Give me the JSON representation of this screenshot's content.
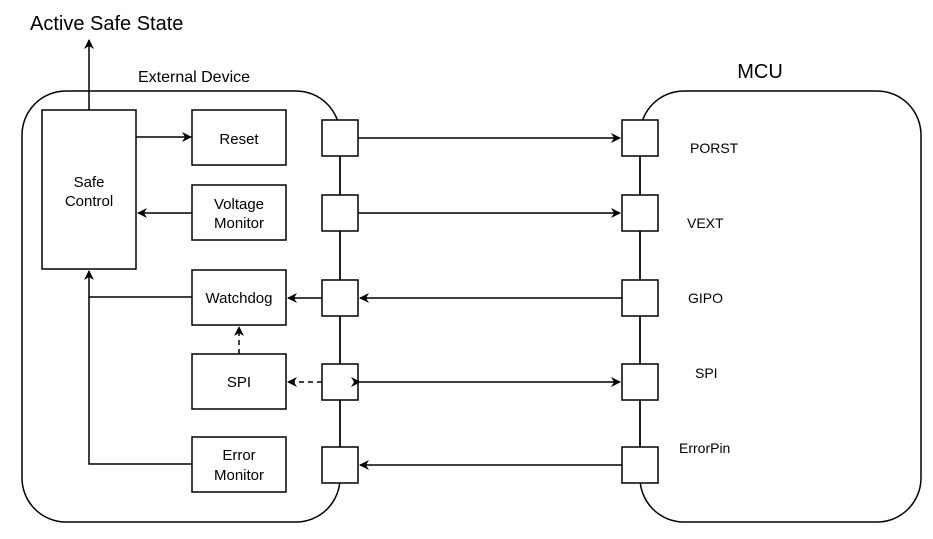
{
  "title": "Active Safe State",
  "external_device": {
    "label": "External Device",
    "safe_control": {
      "line1": "Safe",
      "line2": "Control"
    },
    "reset": "Reset",
    "voltage_monitor": {
      "line1": "Voltage",
      "line2": "Monitor"
    },
    "watchdog": "Watchdog",
    "spi": "SPI",
    "error_monitor": {
      "line1": "Error",
      "line2": "Monitor"
    }
  },
  "mcu": {
    "label": "MCU",
    "pins": {
      "porst": "PORST",
      "vext": "VEXT",
      "gipo": "GIPO",
      "spi": "SPI",
      "errorpin": "ErrorPin"
    }
  },
  "colors": {
    "stroke": "#000000",
    "fill": "#ffffff"
  }
}
